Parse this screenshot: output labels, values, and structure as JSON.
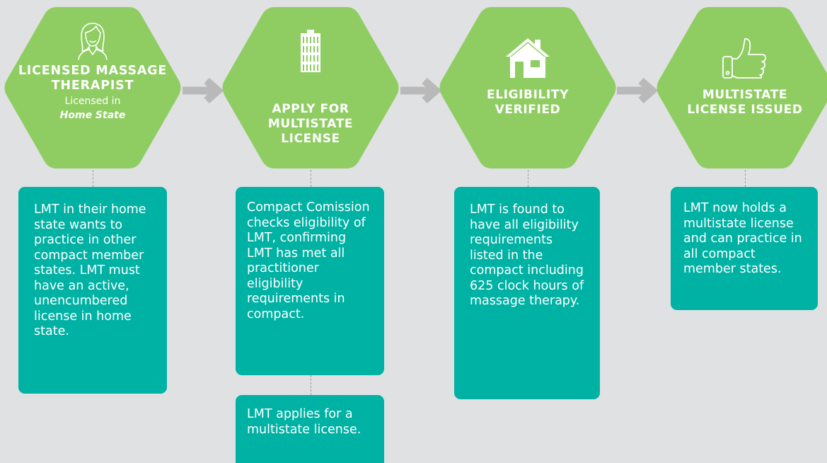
{
  "steps": [
    {
      "icon": "person-icon",
      "title": "LICENSED MASSAGE THERAPIST",
      "subtitle": "Licensed in",
      "subtitle_emphasis": "Home State",
      "descriptions": [
        "LMT in their home state wants to practice in other compact member states. LMT must have an active, unencumbered license in home state."
      ]
    },
    {
      "icon": "building-icon",
      "title": "APPLY FOR MULTISTATE LICENSE",
      "descriptions": [
        "Compact Comission checks eligibility of LMT, confirming LMT has met all practitioner eligibility requirements in compact.",
        "LMT applies for a multistate license."
      ]
    },
    {
      "icon": "house-icon",
      "title": "ELIGIBILITY VERIFIED",
      "descriptions": [
        "LMT is found to have all eligibility requirements listed in the compact including 625 clock hours of massage therapy."
      ]
    },
    {
      "icon": "thumbs-up-icon",
      "title": "MULTISTATE LICENSE ISSUED",
      "descriptions": [
        "LMT now holds a multistate license and can practice in all compact member states."
      ]
    }
  ],
  "colors": {
    "hexagon": "#8fcd63",
    "box": "#00b2a4",
    "arrow": "#b9b9b9",
    "background": "#e0e1e3",
    "text": "#ffffff"
  }
}
